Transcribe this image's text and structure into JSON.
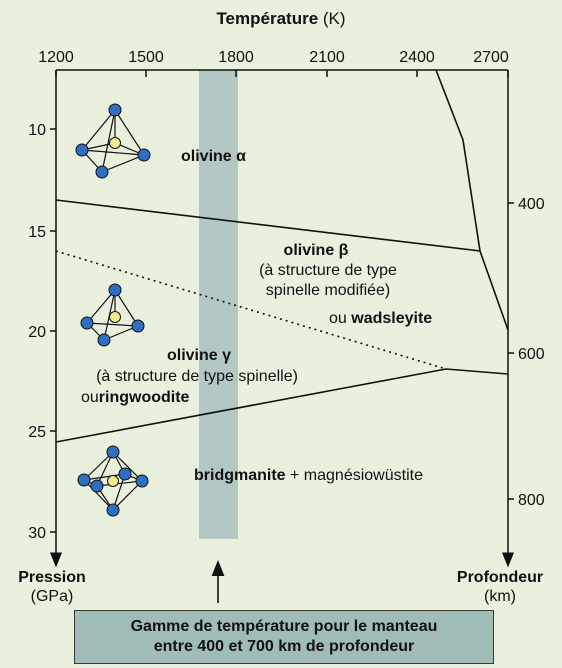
{
  "header": {
    "title": "Température",
    "unit": "(K)"
  },
  "temperature_ticks": [
    "1200",
    "1500",
    "1800",
    "2100",
    "2400",
    "2700"
  ],
  "pressure_ticks": [
    "10",
    "15",
    "20",
    "25",
    "30"
  ],
  "depth_ticks": [
    "400",
    "600",
    "800"
  ],
  "left_axis": {
    "title": "Pression",
    "unit": "(GPa)"
  },
  "right_axis": {
    "title": "Profondeur",
    "unit": "(km)"
  },
  "phases": {
    "alpha": {
      "name": "olivine α"
    },
    "beta": {
      "name": "olivine β",
      "line1": "(à structure de type",
      "line2": "spinelle modifiée)",
      "alt_prefix": "ou ",
      "alt_name": "wadsleyite"
    },
    "gamma": {
      "name": "olivine γ",
      "line1": "(à structure de type spinelle)",
      "alt_prefix": "ou",
      "alt_name": "ringwoodite"
    },
    "deep": {
      "name": "bridgmanite",
      "rest": " + magnésiowüstite"
    }
  },
  "caption": {
    "line1": "Gamme de température pour le manteau",
    "line2": "entre 400 et 700 km de profondeur"
  },
  "colors": {
    "background": "#e9f0de",
    "band": "#b3c8c4",
    "caption_box": "#9fbcb7",
    "atom_blue": "#2f6fc3",
    "atom_yellow": "#f3ea8a"
  }
}
